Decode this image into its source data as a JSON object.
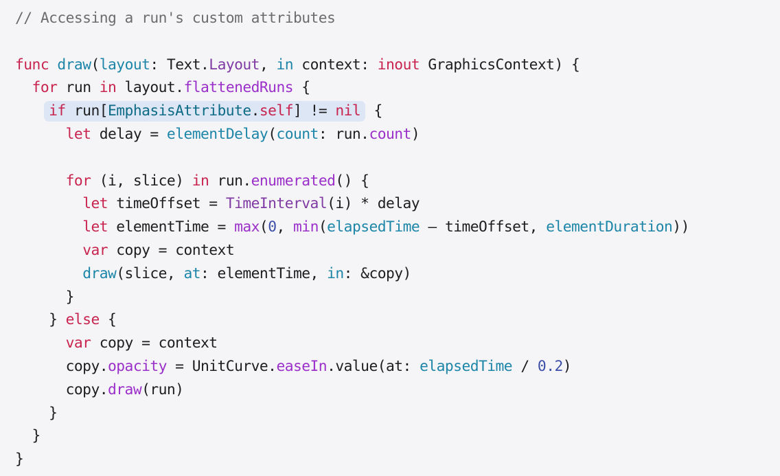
{
  "code": {
    "lines": [
      {
        "indent": 0,
        "tokens": [
          {
            "t": "// Accessing a run's custom attributes",
            "c": "comment"
          }
        ]
      },
      {
        "indent": 0,
        "tokens": []
      },
      {
        "indent": 0,
        "tokens": [
          {
            "t": "func",
            "c": "keyword"
          },
          {
            "t": " ",
            "c": "plain"
          },
          {
            "t": "draw",
            "c": "func"
          },
          {
            "t": "(",
            "c": "plain"
          },
          {
            "t": "layout",
            "c": "param"
          },
          {
            "t": ": Text.",
            "c": "plain"
          },
          {
            "t": "Layout",
            "c": "type"
          },
          {
            "t": ", ",
            "c": "plain"
          },
          {
            "t": "in",
            "c": "param"
          },
          {
            "t": " context: ",
            "c": "plain"
          },
          {
            "t": "inout",
            "c": "keyword"
          },
          {
            "t": " GraphicsContext) {",
            "c": "plain"
          }
        ]
      },
      {
        "indent": 1,
        "tokens": [
          {
            "t": "for",
            "c": "keyword"
          },
          {
            "t": " run ",
            "c": "plain"
          },
          {
            "t": "in",
            "c": "keyword"
          },
          {
            "t": " layout.",
            "c": "plain"
          },
          {
            "t": "flattenedRuns",
            "c": "prop"
          },
          {
            "t": " {",
            "c": "plain"
          }
        ]
      },
      {
        "indent": 2,
        "highlight": true,
        "tokens": [
          {
            "t": "if",
            "c": "keyword"
          },
          {
            "t": " run[",
            "c": "plain"
          },
          {
            "t": "EmphasisAttribute",
            "c": "class"
          },
          {
            "t": ".",
            "c": "plain"
          },
          {
            "t": "self",
            "c": "keyword"
          },
          {
            "t": "] != ",
            "c": "plain"
          },
          {
            "t": "nil",
            "c": "keyword"
          }
        ],
        "after": [
          {
            "t": " {",
            "c": "plain"
          }
        ]
      },
      {
        "indent": 3,
        "tokens": [
          {
            "t": "let",
            "c": "keyword"
          },
          {
            "t": " delay = ",
            "c": "plain"
          },
          {
            "t": "elementDelay",
            "c": "func"
          },
          {
            "t": "(",
            "c": "plain"
          },
          {
            "t": "count",
            "c": "param"
          },
          {
            "t": ": run.",
            "c": "plain"
          },
          {
            "t": "count",
            "c": "prop"
          },
          {
            "t": ")",
            "c": "plain"
          }
        ]
      },
      {
        "indent": 0,
        "tokens": []
      },
      {
        "indent": 3,
        "tokens": [
          {
            "t": "for",
            "c": "keyword"
          },
          {
            "t": " (i, slice) ",
            "c": "plain"
          },
          {
            "t": "in",
            "c": "keyword"
          },
          {
            "t": " run.",
            "c": "plain"
          },
          {
            "t": "enumerated",
            "c": "prop"
          },
          {
            "t": "() {",
            "c": "plain"
          }
        ]
      },
      {
        "indent": 4,
        "tokens": [
          {
            "t": "let",
            "c": "keyword"
          },
          {
            "t": " timeOffset = ",
            "c": "plain"
          },
          {
            "t": "TimeInterval",
            "c": "type"
          },
          {
            "t": "(i) * delay",
            "c": "plain"
          }
        ]
      },
      {
        "indent": 4,
        "tokens": [
          {
            "t": "let",
            "c": "keyword"
          },
          {
            "t": " elementTime = ",
            "c": "plain"
          },
          {
            "t": "max",
            "c": "prop"
          },
          {
            "t": "(",
            "c": "plain"
          },
          {
            "t": "0",
            "c": "number"
          },
          {
            "t": ", ",
            "c": "plain"
          },
          {
            "t": "min",
            "c": "prop"
          },
          {
            "t": "(",
            "c": "plain"
          },
          {
            "t": "elapsedTime",
            "c": "teal"
          },
          {
            "t": " – timeOffset, ",
            "c": "plain"
          },
          {
            "t": "elementDuration",
            "c": "teal"
          },
          {
            "t": "))",
            "c": "plain"
          }
        ]
      },
      {
        "indent": 4,
        "tokens": [
          {
            "t": "var",
            "c": "keyword"
          },
          {
            "t": " copy = context",
            "c": "plain"
          }
        ]
      },
      {
        "indent": 4,
        "tokens": [
          {
            "t": "draw",
            "c": "func"
          },
          {
            "t": "(slice, ",
            "c": "plain"
          },
          {
            "t": "at",
            "c": "param"
          },
          {
            "t": ": elementTime, ",
            "c": "plain"
          },
          {
            "t": "in",
            "c": "param"
          },
          {
            "t": ": &copy)",
            "c": "plain"
          }
        ]
      },
      {
        "indent": 3,
        "tokens": [
          {
            "t": "}",
            "c": "plain"
          }
        ]
      },
      {
        "indent": 2,
        "tokens": [
          {
            "t": "} ",
            "c": "plain"
          },
          {
            "t": "else",
            "c": "keyword"
          },
          {
            "t": " {",
            "c": "plain"
          }
        ]
      },
      {
        "indent": 3,
        "tokens": [
          {
            "t": "var",
            "c": "keyword"
          },
          {
            "t": " copy = context",
            "c": "plain"
          }
        ]
      },
      {
        "indent": 3,
        "tokens": [
          {
            "t": "copy.",
            "c": "plain"
          },
          {
            "t": "opacity",
            "c": "prop"
          },
          {
            "t": " = UnitCurve.",
            "c": "plain"
          },
          {
            "t": "easeIn",
            "c": "prop"
          },
          {
            "t": ".value(at: ",
            "c": "plain"
          },
          {
            "t": "elapsedTime",
            "c": "teal"
          },
          {
            "t": " / ",
            "c": "plain"
          },
          {
            "t": "0.2",
            "c": "number"
          },
          {
            "t": ")",
            "c": "plain"
          }
        ]
      },
      {
        "indent": 3,
        "tokens": [
          {
            "t": "copy.",
            "c": "plain"
          },
          {
            "t": "draw",
            "c": "prop"
          },
          {
            "t": "(run)",
            "c": "plain"
          }
        ]
      },
      {
        "indent": 2,
        "tokens": [
          {
            "t": "}",
            "c": "plain"
          }
        ]
      },
      {
        "indent": 1,
        "tokens": [
          {
            "t": "}",
            "c": "plain"
          }
        ]
      },
      {
        "indent": 0,
        "tokens": [
          {
            "t": "}",
            "c": "plain"
          }
        ]
      }
    ]
  }
}
